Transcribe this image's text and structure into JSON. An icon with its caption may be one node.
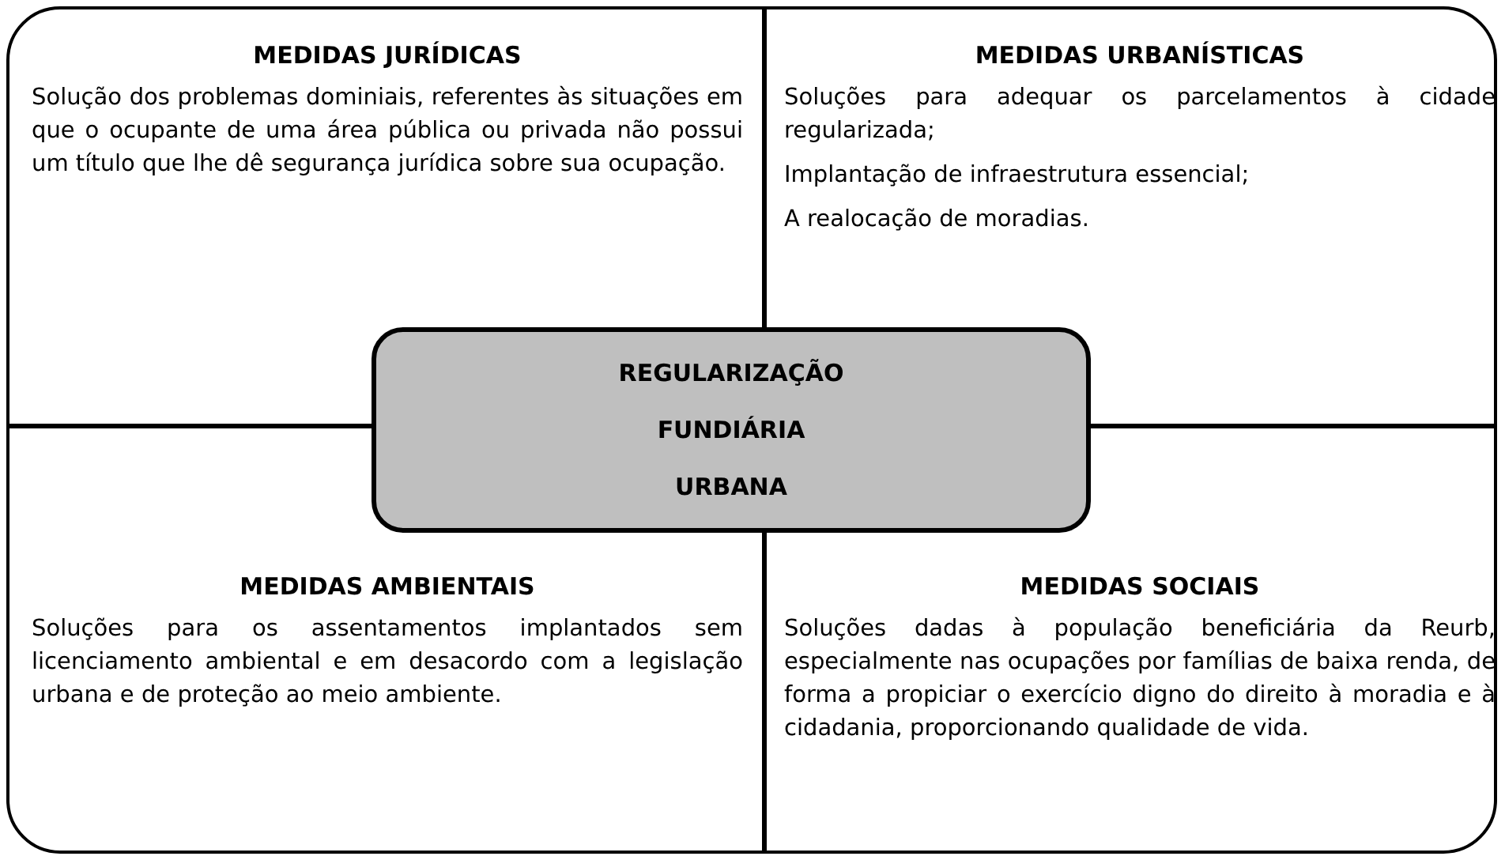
{
  "diagram": {
    "nodes": [
      {
        "text": [
          "MEDIDAS JURÍDICAS",
          "Solução dos problemas dominiais, referentes às situações em que o ocupante de uma área pública ou privada não possui um título que lhe dê segurança jurídica sobre sua ocupação."
        ]
      },
      {
        "text": [
          "MEDIDAS URBANÍSTICAS",
          "Soluções para adequar os parcelamentos à cidade regularizada;",
          "Implantação de infraestrutura essencial;",
          "A realocação de moradias."
        ]
      },
      {
        "text": [
          "REGULARIZAÇÃO FUNDIÁRIA URBANA"
        ]
      },
      {
        "text": [
          "MEDIDAS AMBIENTAIS",
          "Soluções para os assentamentos implantados sem licenciamento ambiental e em desacordo com a legislação urbana e de proteção ao meio ambiente."
        ]
      },
      {
        "text": [
          "MEDIDAS SOCIAIS",
          "Soluções dadas à população beneficiária da Reurb, especialmente nas ocupações por famílias de baixa renda, de forma a propiciar o exercício digno do direito à moradia e à cidadania, proporcionando qualidade de vida."
        ]
      }
    ],
    "edges": []
  }
}
